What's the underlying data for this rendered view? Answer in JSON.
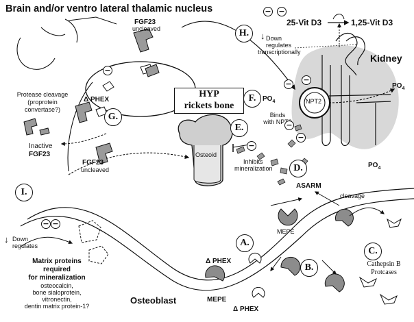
{
  "title": "Brain and/or ventro lateral thalamic nucleus",
  "kidney": "Kidney",
  "vitd_left": "25-Vit D3",
  "vitd_right": "1,25-Vit D3",
  "hyp_box": [
    "HYP",
    "rickets bone"
  ],
  "steps": [
    "A.",
    "B.",
    "C.",
    "D.",
    "E.",
    "F.",
    "G.",
    "H.",
    "I."
  ],
  "labels": {
    "fgf23_top": "FGF23",
    "uncleaved_top": "uncleaved",
    "fgf23_mid": "FGF23",
    "uncleaved_mid": "uncleaved",
    "dphex_g": "Δ PHEX",
    "protease": [
      "Protease cleavage",
      "(proprotein",
      "convertase?)"
    ],
    "inactive": "Inactive",
    "inactive_fgf23": "FGF23",
    "down_h": [
      "Down",
      "regulates",
      "transcriptionally"
    ],
    "po4_f": "PO",
    "npt2": "NPT2",
    "binds": [
      "Binds",
      "with NPT2"
    ],
    "po4_right": "PO",
    "po4_kidney": "PO",
    "sub4": "4",
    "osteoid": "Osteoid",
    "inhibits": [
      "Inhibits",
      "mineralization"
    ],
    "asarm": "ASARM",
    "cleavage": "cleavage",
    "mepe_top": "MEPE",
    "mepe_bottom": "MEPE",
    "dphex_a": "Δ PHEX",
    "dphex_bottom": "Δ PHEX",
    "cathepsin": [
      "Cathepsin B",
      "Protcases"
    ],
    "down_i": [
      "Down",
      "regulates"
    ],
    "matrix": [
      "Matrix proteins",
      "required",
      "for mineralization"
    ],
    "matrix_list": [
      "osteocalcin,",
      "bone sialoprotein,",
      "vitronectin,",
      "dentin matrix protein-1?"
    ],
    "osteoblast": "Osteoblast",
    "minus": "−"
  }
}
